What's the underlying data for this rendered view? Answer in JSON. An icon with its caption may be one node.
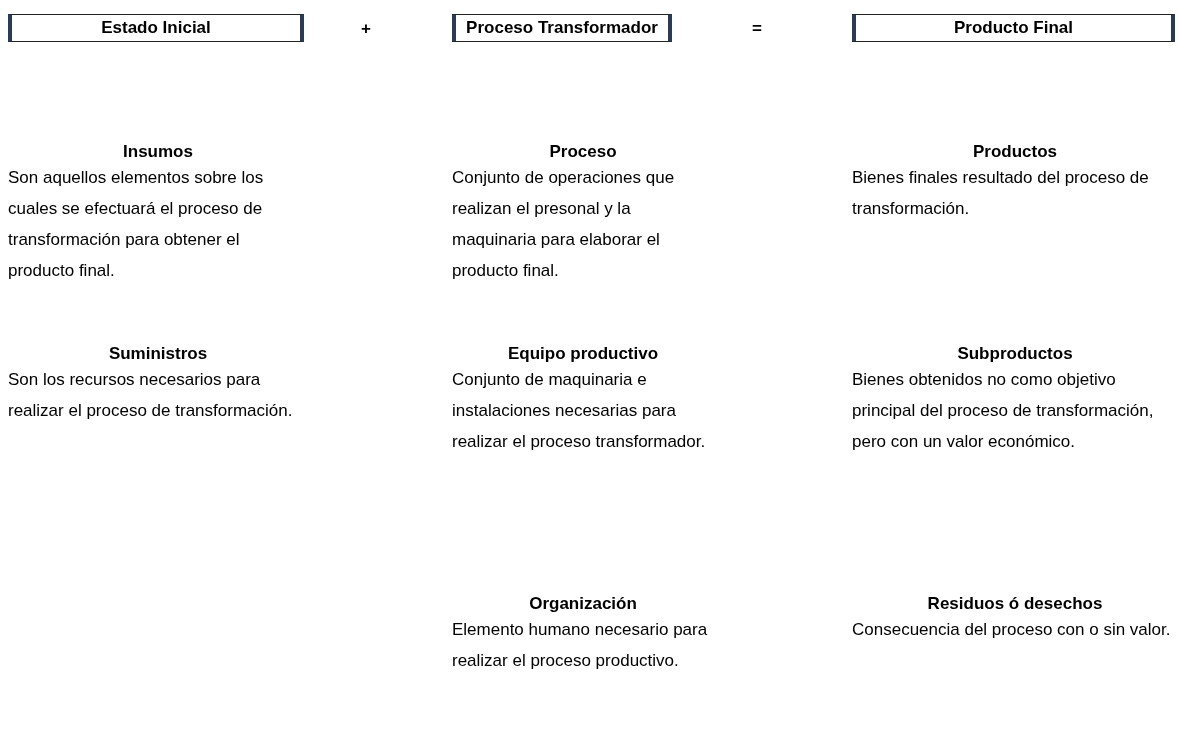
{
  "diagram": {
    "nodes": [
      {
        "text": [
          "Estado Inicial"
        ]
      },
      {
        "text": [
          "Proceso Transformador"
        ]
      },
      {
        "text": [
          "Producto Final"
        ]
      }
    ],
    "edges": [],
    "labels": [
      "+",
      "=",
      "Insumos",
      "Son aquellos elementos sobre los cuales se efectuará el proceso de transformación para obtener el producto final.",
      "Proceso",
      "Conjunto de operaciones que realizan el presonal y la maquinaria para elaborar el producto final.",
      "Productos",
      "Bienes finales resultado del proceso de transformación.",
      "Suministros",
      "Son los recursos necesarios para realizar el proceso de transformación.",
      "Equipo productivo",
      "Conjunto de maquinaria e instalaciones necesarias para realizar el proceso transformador.",
      "Subproductos",
      "Bienes obtenidos no como objetivo principal del proceso de transformación, pero con un valor económico.",
      "Organización",
      "Elemento humano necesario para realizar el proceso productivo.",
      "Residuos ó desechos",
      "Consecuencia del proceso con o sin valor."
    ]
  }
}
